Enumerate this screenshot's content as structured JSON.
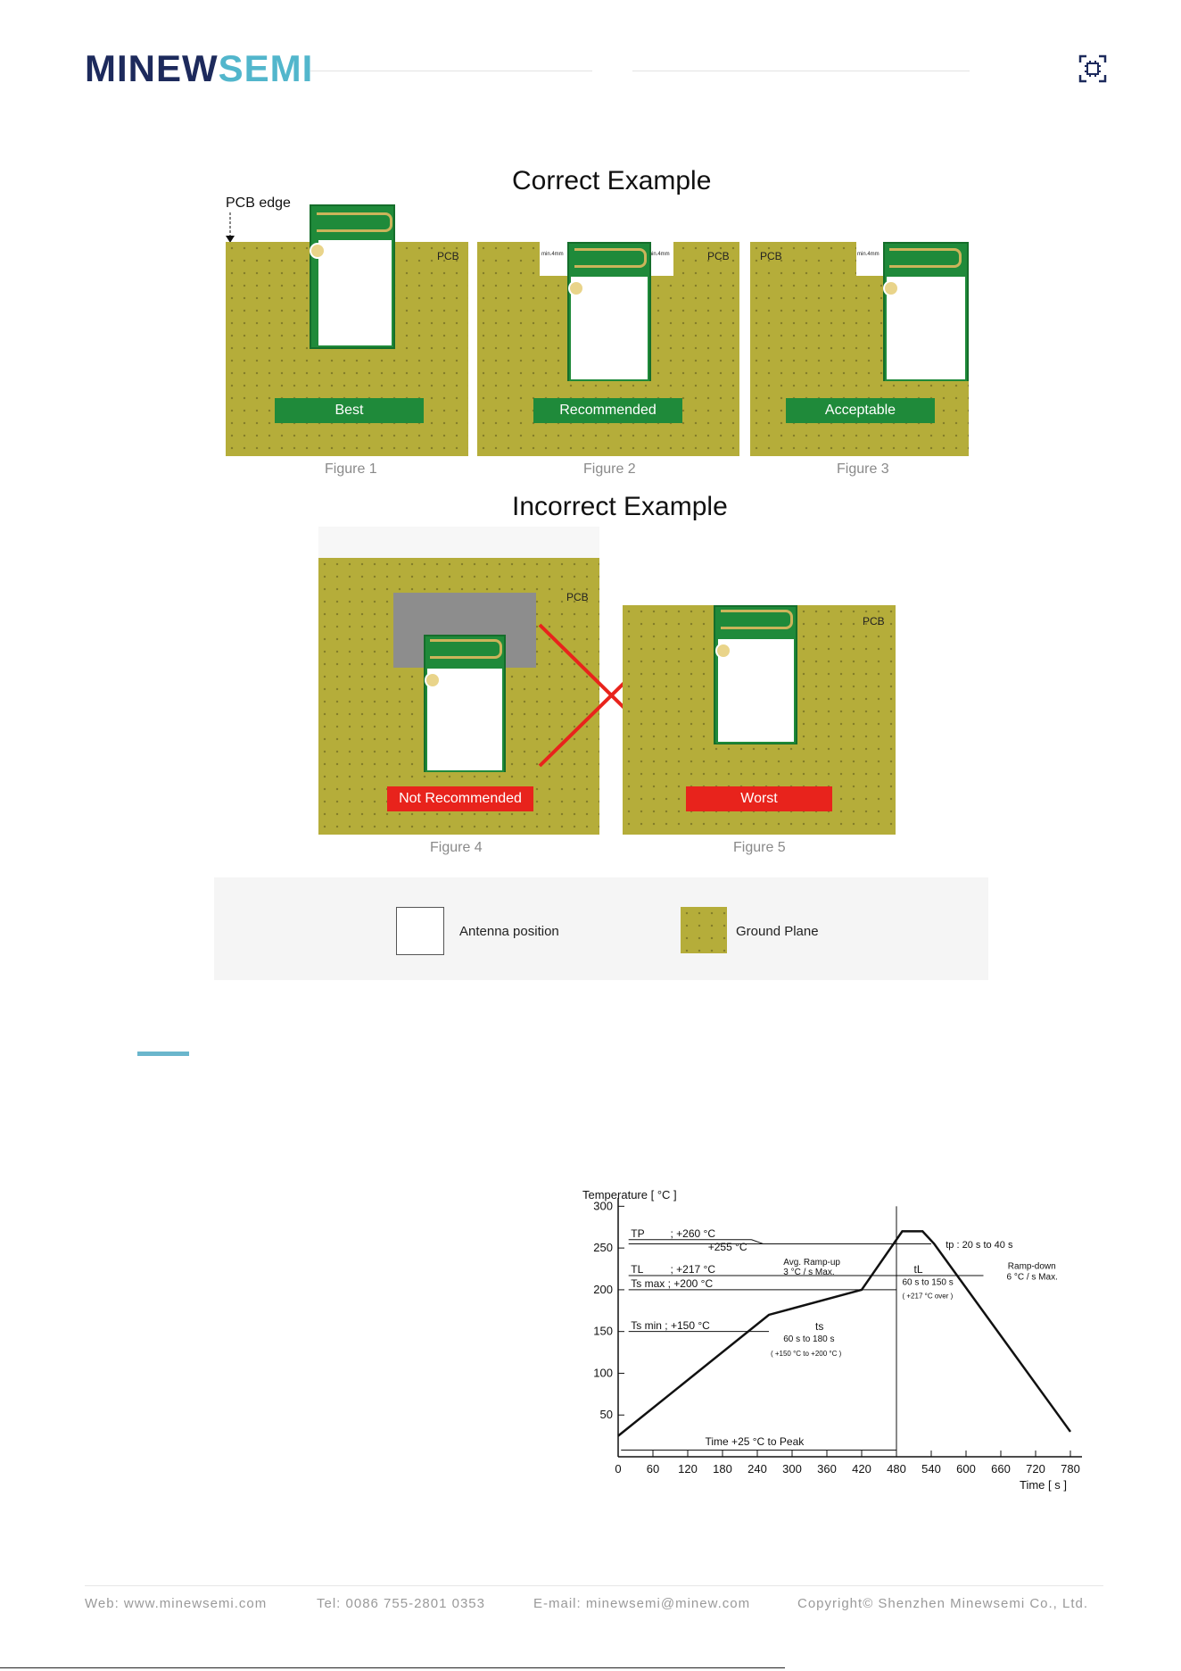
{
  "header": {
    "logo_part1": "MINEW",
    "logo_part2": "SEMI",
    "chip_icon": "chip-icon"
  },
  "correct": {
    "title": "Correct Example",
    "pcb_edge_label": "PCB edge",
    "figures": [
      {
        "badge": "Best",
        "caption": "Figure 1",
        "pcb_label": "PCB",
        "badge_color": "#1f8a3a"
      },
      {
        "badge": "Recommended",
        "caption": "Figure 2",
        "pcb_label": "PCB",
        "badge_color": "#1f8a3a",
        "clearance": "min.4mm"
      },
      {
        "badge": "Acceptable",
        "caption": "Figure 3",
        "pcb_label": "PCB",
        "badge_color": "#1f8a3a",
        "clearance": "min.4mm"
      }
    ]
  },
  "incorrect": {
    "title": "Incorrect Example",
    "figures": [
      {
        "badge": "Not Recommended",
        "caption": "Figure 4",
        "pcb_label": "PCB",
        "badge_color": "#e8231c"
      },
      {
        "badge": "Worst",
        "caption": "Figure 5",
        "pcb_label": "PCB",
        "badge_color": "#e8231c"
      }
    ]
  },
  "legend": {
    "antenna": "Antenna position",
    "ground": "Ground Plane"
  },
  "chart_data": {
    "type": "line",
    "ylabel": "Temperature [ °C ]",
    "xlabel": "Time [ s ]",
    "x_ticks": [
      0,
      60,
      120,
      180,
      240,
      300,
      360,
      420,
      480,
      540,
      600,
      660,
      720,
      780
    ],
    "y_ticks": [
      50,
      100,
      150,
      200,
      250,
      300
    ],
    "xlim": [
      0,
      800
    ],
    "ylim": [
      0,
      310
    ],
    "series": [
      {
        "x": [
          0,
          260,
          420,
          490,
          525,
          545,
          780
        ],
        "y": [
          25,
          170,
          200,
          270,
          270,
          255,
          30
        ]
      }
    ],
    "annotations": {
      "tp_label": "TP",
      "tp_value1": "; +260 °C",
      "tp_value2": "+255 °C",
      "tl_label": "TL",
      "tl_value": "; +217 °C",
      "tsmax": "Ts max ; +200 °C",
      "tsmin": "Ts min ; +150 °C",
      "rampup1": "Avg. Ramp-up",
      "rampup2": "3 °C / s  Max.",
      "tp_time": "tp : 20 s  to  40 s",
      "tl_time_label": "tL",
      "tl_time": "60 s  to  150 s",
      "tl_time_note": "( +217 °C  over )",
      "ts_label": "ts",
      "ts_time": "60 s  to  180 s",
      "ts_note": "( +150 °C  to  +200 °C )",
      "rampdown1": "Ramp-down",
      "rampdown2": "6 °C / s  Max.",
      "peak_time": "Time +25 °C to Peak"
    }
  },
  "footer": {
    "web": "Web:  www.minewsemi.com",
    "tel": "Tel:  0086 755-2801 0353",
    "email": "E-mail:  minewsemi@minew.com",
    "copyright": "Copyright© Shenzhen Minewsemi Co., Ltd."
  }
}
